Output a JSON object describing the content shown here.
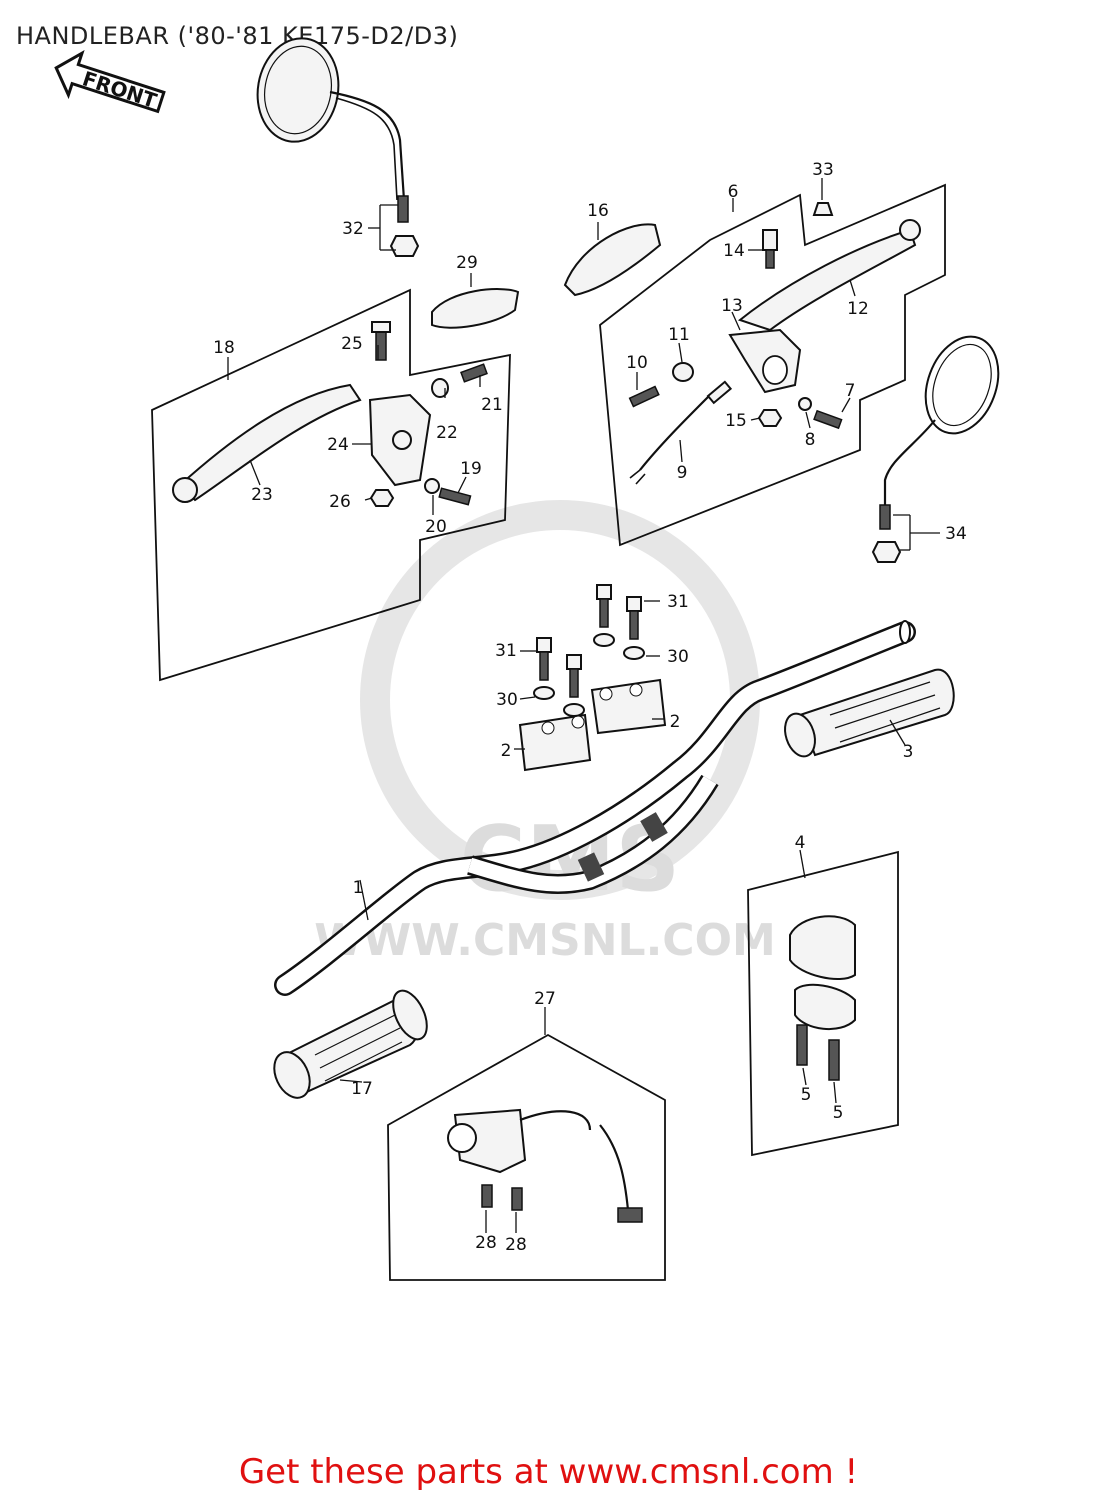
{
  "title": "HANDLEBAR ('80-'81 KE175-D2/D3)",
  "footer": "Get these parts at www.cmsnl.com !",
  "front_arrow": "FRONT",
  "watermark": {
    "brand": "CMS",
    "url": "WWW.CMSNL.COM"
  },
  "colors": {
    "footer_text": "#e01010",
    "line": "#111111",
    "watermark": "#dcdcdc"
  },
  "callouts": [
    {
      "id": "p1",
      "label": "1"
    },
    {
      "id": "p2a",
      "label": "2"
    },
    {
      "id": "p2b",
      "label": "2"
    },
    {
      "id": "p3",
      "label": "3"
    },
    {
      "id": "p4",
      "label": "4"
    },
    {
      "id": "p5a",
      "label": "5"
    },
    {
      "id": "p5b",
      "label": "5"
    },
    {
      "id": "p6",
      "label": "6"
    },
    {
      "id": "p7",
      "label": "7"
    },
    {
      "id": "p8",
      "label": "8"
    },
    {
      "id": "p9",
      "label": "9"
    },
    {
      "id": "p10",
      "label": "10"
    },
    {
      "id": "p11",
      "label": "11"
    },
    {
      "id": "p12",
      "label": "12"
    },
    {
      "id": "p13",
      "label": "13"
    },
    {
      "id": "p14",
      "label": "14"
    },
    {
      "id": "p15",
      "label": "15"
    },
    {
      "id": "p16",
      "label": "16"
    },
    {
      "id": "p17",
      "label": "17"
    },
    {
      "id": "p18",
      "label": "18"
    },
    {
      "id": "p19",
      "label": "19"
    },
    {
      "id": "p20",
      "label": "20"
    },
    {
      "id": "p21",
      "label": "21"
    },
    {
      "id": "p22",
      "label": "22"
    },
    {
      "id": "p23",
      "label": "23"
    },
    {
      "id": "p24",
      "label": "24"
    },
    {
      "id": "p25",
      "label": "25"
    },
    {
      "id": "p26",
      "label": "26"
    },
    {
      "id": "p27",
      "label": "27"
    },
    {
      "id": "p28a",
      "label": "28"
    },
    {
      "id": "p28b",
      "label": "28"
    },
    {
      "id": "p29",
      "label": "29"
    },
    {
      "id": "p30a",
      "label": "30"
    },
    {
      "id": "p30b",
      "label": "30"
    },
    {
      "id": "p31a",
      "label": "31"
    },
    {
      "id": "p31b",
      "label": "31"
    },
    {
      "id": "p32",
      "label": "32"
    },
    {
      "id": "p33",
      "label": "33"
    },
    {
      "id": "p34",
      "label": "34"
    }
  ]
}
